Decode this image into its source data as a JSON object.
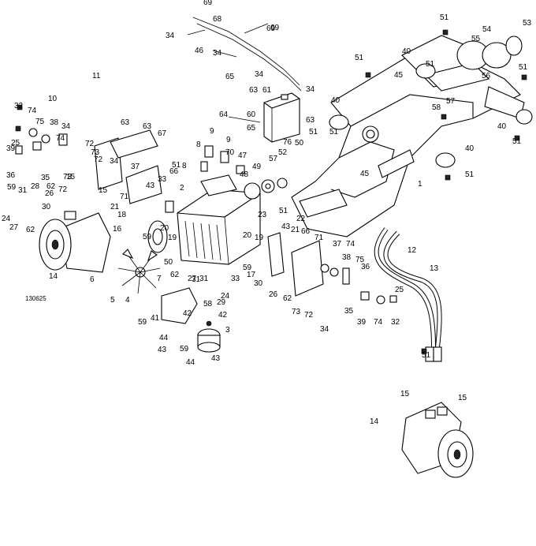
{
  "figure_code": "130625",
  "callouts": [
    "1",
    "2",
    "3",
    "4",
    "5",
    "6",
    "7",
    "8",
    "9",
    "10",
    "11",
    "12",
    "13",
    "14",
    "15",
    "16",
    "17",
    "18",
    "19",
    "20",
    "21",
    "22",
    "23",
    "24",
    "25",
    "26",
    "27",
    "28",
    "29",
    "30",
    "31",
    "32",
    "33",
    "34",
    "35",
    "36",
    "37",
    "38",
    "39",
    "40",
    "41",
    "42",
    "43",
    "44",
    "45",
    "46",
    "47",
    "48",
    "49",
    "50",
    "51",
    "52",
    "53",
    "54",
    "55",
    "56",
    "57",
    "58",
    "59",
    "60",
    "61",
    "62",
    "63",
    "64",
    "65",
    "66",
    "67",
    "68",
    "69",
    "70",
    "71",
    "72",
    "73",
    "74",
    "75",
    "76"
  ]
}
